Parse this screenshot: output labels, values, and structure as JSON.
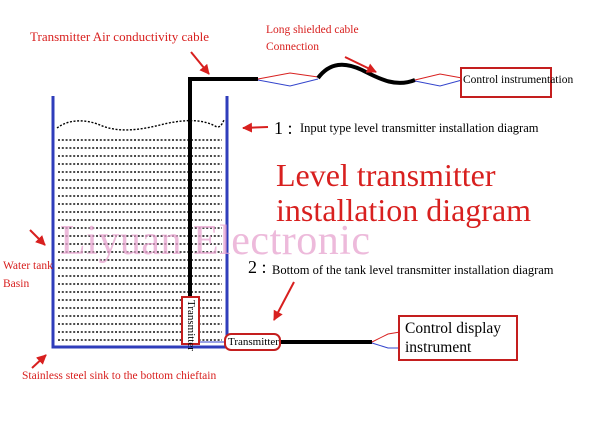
{
  "labels": {
    "air_cable": "Transmitter Air conductivity cable",
    "shielded_cable_1": "Long shielded cable",
    "shielded_cable_2": "Connection",
    "control_instrumentation": "Control instrumentation",
    "input_type_num": "1 :",
    "input_type_text": "Input type level transmitter installation diagram",
    "title_line1": "Level transmitter",
    "title_line2": "installation diagram",
    "watermark": "Liyuan Electronic",
    "water_tank_1": "Water tank",
    "water_tank_2": "Basin",
    "bottom_type_num": "2 :",
    "bottom_type_text": "Bottom of the tank level transmitter installation diagram",
    "transmitter_vertical": "Transmitter",
    "transmitter_horizontal": "Transmitter",
    "control_display_1": "Control display",
    "control_display_2": "instrument",
    "sink_note": "Stainless steel sink to the bottom chieftain"
  },
  "colors": {
    "annotation_red": "#d8201f",
    "box_red": "#c41e1e",
    "tank_blue": "#2f3dbb",
    "cable_black": "#000000",
    "wire_blue": "#3344cc",
    "watermark_pink": "#e7a4cf"
  }
}
